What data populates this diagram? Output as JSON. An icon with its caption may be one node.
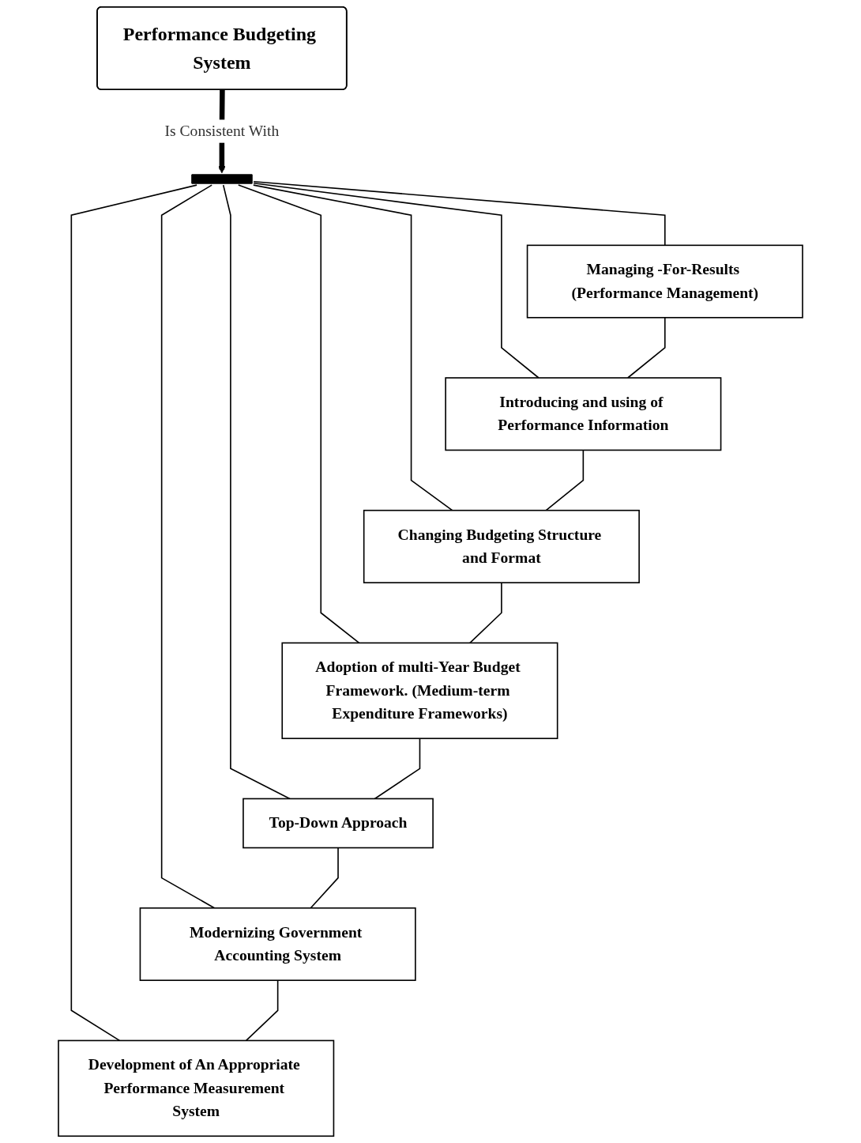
{
  "diagram": {
    "nodes": [
      {
        "text": [
          "Performance Budgeting System"
        ]
      },
      {
        "text": [],
        "shape": "bar"
      },
      {
        "text": [
          "Managing -For-Results (Performance Management)"
        ]
      },
      {
        "text": [
          "Introducing and using of Performance Information"
        ]
      },
      {
        "text": [
          "Changing Budgeting Structure and Format"
        ]
      },
      {
        "text": [
          "Adoption of multi-Year Budget Framework. (Medium-term Expenditure Frameworks)"
        ]
      },
      {
        "text": [
          "Top-Down Approach"
        ]
      },
      {
        "text": [
          "Modernizing Government Accounting System"
        ]
      },
      {
        "text": [
          "Development of An Appropriate Performance Measurement System"
        ]
      }
    ],
    "edges": [
      {
        "from": 0,
        "to": 1,
        "arrow": "to",
        "label": "Is Consistent With",
        "style": "thick"
      },
      {
        "from": 1,
        "to": 2,
        "arrow": "none"
      },
      {
        "from": 1,
        "to": 3,
        "arrow": "none"
      },
      {
        "from": 1,
        "to": 4,
        "arrow": "none"
      },
      {
        "from": 1,
        "to": 5,
        "arrow": "none"
      },
      {
        "from": 1,
        "to": 6,
        "arrow": "none"
      },
      {
        "from": 1,
        "to": 7,
        "arrow": "none"
      },
      {
        "from": 1,
        "to": 8,
        "arrow": "none"
      },
      {
        "from": 2,
        "to": 3,
        "arrow": "none"
      },
      {
        "from": 3,
        "to": 4,
        "arrow": "none"
      },
      {
        "from": 4,
        "to": 5,
        "arrow": "none"
      },
      {
        "from": 5,
        "to": 6,
        "arrow": "none"
      },
      {
        "from": 6,
        "to": 7,
        "arrow": "none"
      },
      {
        "from": 7,
        "to": 8,
        "arrow": "none"
      }
    ]
  }
}
